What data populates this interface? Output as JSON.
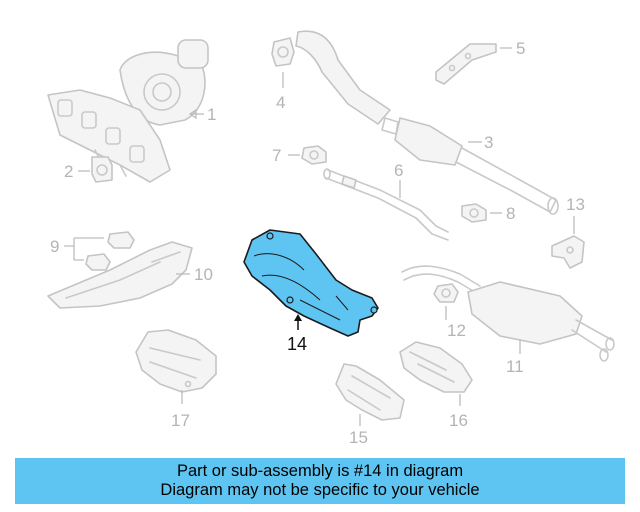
{
  "callouts": {
    "c1": "1",
    "c2": "2",
    "c3": "3",
    "c4": "4",
    "c5": "5",
    "c6": "6",
    "c7": "7",
    "c8": "8",
    "c9": "9",
    "c10": "10",
    "c11": "11",
    "c12": "12",
    "c13": "13",
    "c14": "14",
    "c15": "15",
    "c16": "16",
    "c17": "17"
  },
  "highlight": {
    "part": "14",
    "color": "#5ec5f2"
  },
  "banner": {
    "line1": "Part or sub-assembly is #14 in diagram",
    "line2": "Diagram may not be specific to your vehicle",
    "color": "#5ec5f2"
  }
}
